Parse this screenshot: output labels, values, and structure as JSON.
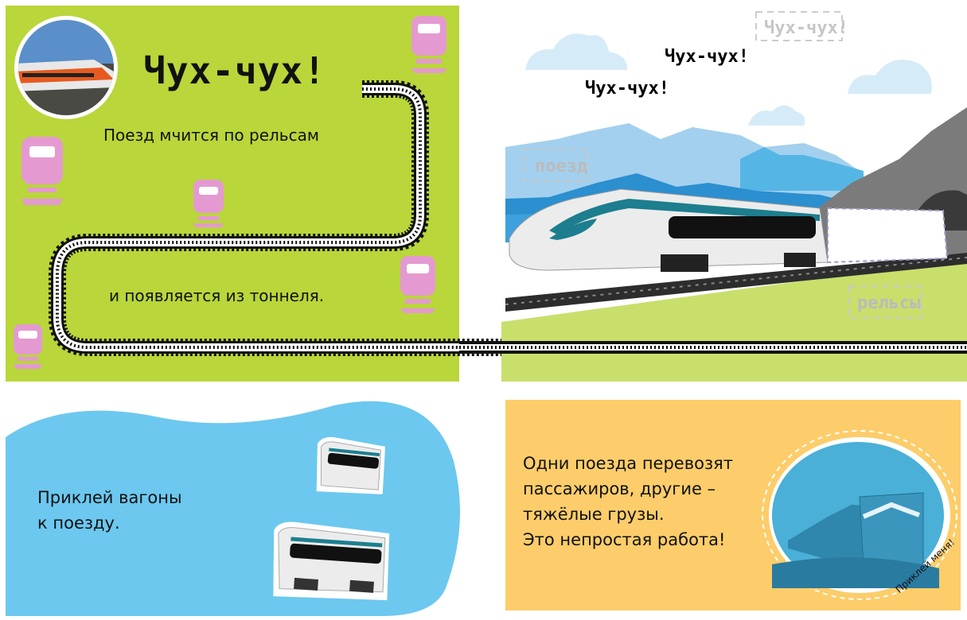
{
  "left_page": {
    "title": "Чух-чух!",
    "line1": "Поезд мчится по рельсам",
    "line2": "и появляется из тоннеля."
  },
  "scene": {
    "sound1": "Чух-чух!",
    "sound2": "Чух-чух!",
    "sound_placeholder": "Чух-чух!",
    "placeholder_train": "поезд",
    "placeholder_rails": "рельсы"
  },
  "sticker_panel": {
    "line1": "Приклей вагоны",
    "line2": "к поезду."
  },
  "info_panel": {
    "lines": [
      "Одни поезда перевозят",
      "пассажиров, другие –",
      "тяжёлые грузы.",
      "Это непростая работа!"
    ],
    "sticker_label": "Приклей меня!"
  },
  "colors": {
    "green": "#b9d63a",
    "blue": "#6cc8ef",
    "orange": "#fccd6a",
    "pink": "#e49ad0"
  }
}
